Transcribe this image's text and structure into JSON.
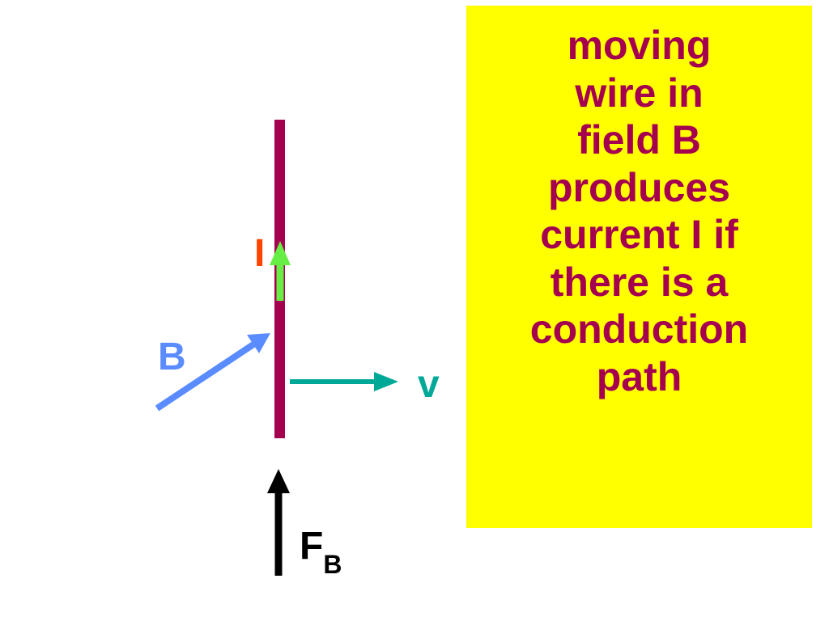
{
  "colors": {
    "wire": "#a5004f",
    "current_arrow": "#66ee44",
    "current_label": "#ff4400",
    "field_arrow": "#5b8cff",
    "velocity": "#00a898",
    "force": "#000000",
    "note_background": "#ffff00",
    "note_text": "#a5004f"
  },
  "labels": {
    "current": "I",
    "field": "B",
    "velocity": "v",
    "force": "F",
    "force_subscript": "B"
  },
  "note": {
    "lines": [
      "moving",
      "wire in",
      "field B",
      "produces",
      "current I if",
      "there is a",
      "conduction",
      "path"
    ]
  }
}
